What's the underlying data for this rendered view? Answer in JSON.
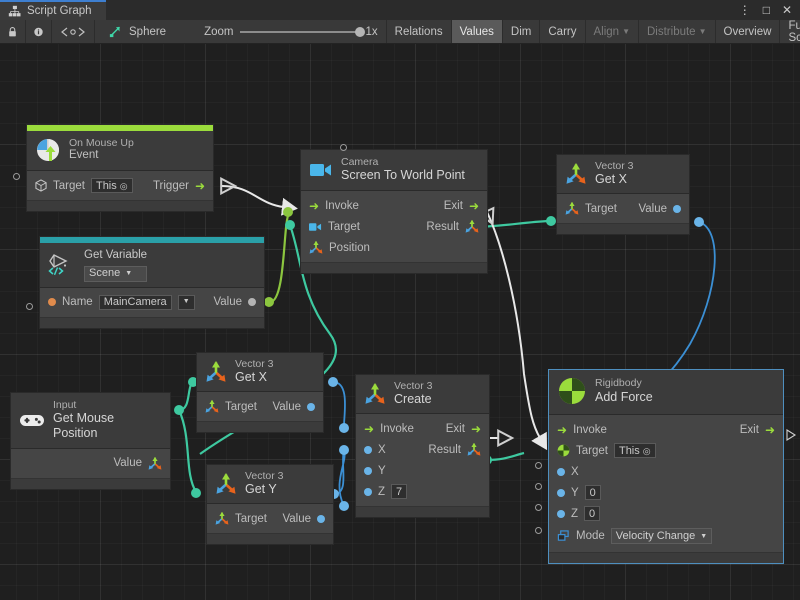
{
  "window": {
    "tab_title": "Script Graph",
    "tab_icon": "graph-icon",
    "buttons": {
      "menu": "⋮",
      "maximize": "□",
      "close": "✕"
    }
  },
  "toolbar": {
    "lock_icon": "lock-icon",
    "info_icon": "info-icon",
    "code_icon": "code-brackets-icon",
    "object_name": "Sphere",
    "object_icon": "script-graph-asset-icon",
    "zoom_label": "Zoom",
    "zoom_value": "1x",
    "relations_label": "Relations",
    "values_label": "Values",
    "dim_label": "Dim",
    "carry_label": "Carry",
    "align_label": "Align",
    "distribute_label": "Distribute",
    "overview_label": "Overview",
    "fullscreen_label": "Full Screen"
  },
  "colors": {
    "event_accent": "#9bdc3c",
    "variable_accent": "#2aa0a8",
    "selection": "#4e8fbf",
    "flow_edge": "#e8e8e8",
    "green_edge": "#8cc63f",
    "teal_edge": "#3ec9a0",
    "blue_edge": "#3b8fd4"
  },
  "nodes": {
    "on_mouse_up": {
      "sub": "On Mouse Up",
      "main": "Event",
      "icon": "mouse-event-icon",
      "target_label": "Target",
      "target_value": "This",
      "trigger_label": "Trigger"
    },
    "get_variable": {
      "sub": "Get Variable",
      "scope": "Scene",
      "icon": "unity-variable-icon",
      "name_label": "Name",
      "name_value": "MainCamera",
      "value_label": "Value"
    },
    "screen_to_world": {
      "sub": "Camera",
      "main": "Screen To World Point",
      "icon": "camera-icon",
      "invoke_label": "Invoke",
      "exit_label": "Exit",
      "target_label": "Target",
      "result_label": "Result",
      "position_label": "Position"
    },
    "vector3_getx_top": {
      "sub": "Vector 3",
      "main": "Get X",
      "icon": "vector3-icon",
      "target_label": "Target",
      "value_label": "Value"
    },
    "vector3_getx_mid": {
      "sub": "Vector 3",
      "main": "Get X",
      "icon": "vector3-icon",
      "target_label": "Target",
      "value_label": "Value"
    },
    "vector3_gety": {
      "sub": "Vector 3",
      "main": "Get Y",
      "icon": "vector3-icon",
      "target_label": "Target",
      "value_label": "Value"
    },
    "get_mouse_position": {
      "sub": "Input",
      "main": "Get Mouse Position",
      "icon": "gamepad-icon",
      "value_label": "Value"
    },
    "vector3_create": {
      "sub": "Vector 3",
      "main": "Create",
      "icon": "vector3-icon",
      "invoke_label": "Invoke",
      "exit_label": "Exit",
      "x_label": "X",
      "y_label": "Y",
      "z_label": "Z",
      "z_value": "7",
      "result_label": "Result"
    },
    "add_force": {
      "sub": "Rigidbody",
      "main": "Add Force",
      "icon": "rigidbody-icon",
      "invoke_label": "Invoke",
      "exit_label": "Exit",
      "target_label": "Target",
      "target_value": "This",
      "x_label": "X",
      "y_label": "Y",
      "y_value": "0",
      "z_label": "Z",
      "z_value": "0",
      "mode_label": "Mode",
      "mode_value": "Velocity Change",
      "selected": true
    }
  }
}
